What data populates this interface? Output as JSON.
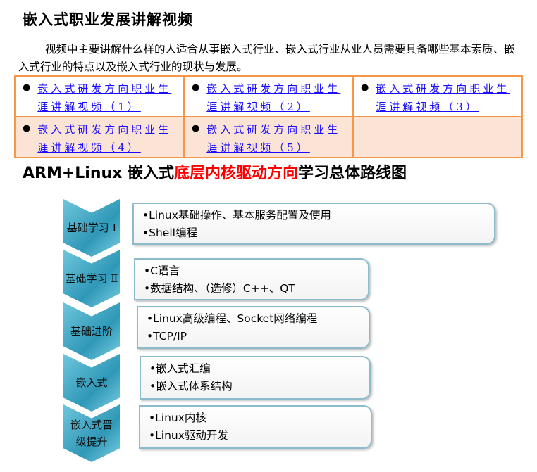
{
  "title": "嵌入式职业发展讲解视频",
  "intro": "视频中主要讲解什么样的人适合从事嵌入式行业、嵌入式行业从业人员需要具备哪些基本素质、嵌入式行业的特点以及嵌入式行业的现状与发展。",
  "videos": [
    {
      "label": "嵌入式研发方向职业生涯讲解视频（1）"
    },
    {
      "label": "嵌入式研发方向职业生涯讲解视频（2）"
    },
    {
      "label": "嵌入式研发方向职业生涯讲解视频（3）"
    },
    {
      "label": "嵌入式研发方向职业生涯讲解视频（4）"
    },
    {
      "label": "嵌入式研发方向职业生涯讲解视频（5）"
    }
  ],
  "bullet": "●",
  "roadmap": {
    "title_prefix": "ARM+Linux 嵌入式",
    "title_highlight": "底层内核驱动方向",
    "title_suffix": "学习总体路线图",
    "highlight_color": "#ff0000",
    "stages": [
      {
        "name": "基础学习 Ⅰ",
        "items": [
          "•Linux基础操作、基本服务配置及使用",
          "•Shell编程"
        ]
      },
      {
        "name": "基础学习 Ⅱ",
        "items": [
          "•C语言",
          "•数据结构、（选修）C++、QT"
        ]
      },
      {
        "name": "基础进阶",
        "items": [
          "•Linux高级编程、Socket网络编程",
          "•TCP/IP"
        ]
      },
      {
        "name": "嵌入式",
        "items": [
          "•嵌入式汇编",
          "•嵌入式体系结构"
        ]
      },
      {
        "name": "嵌入式晋级提升",
        "items": [
          "•Linux内核",
          "•Linux驱动开发"
        ]
      }
    ]
  }
}
